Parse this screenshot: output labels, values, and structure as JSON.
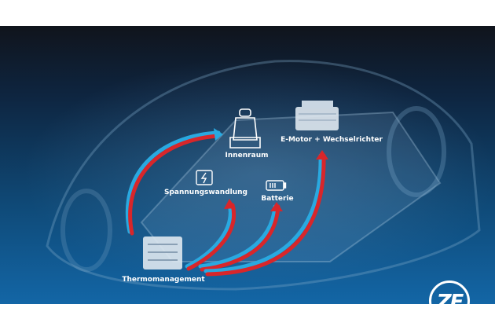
{
  "labels": {
    "interior": "Innenraum",
    "emotor": "E-Motor + Wechselrichter",
    "voltage": "Spannungswandlung",
    "battery": "Batterie",
    "thermal": "Thermomanagement"
  },
  "logo": {
    "text": "ZF"
  },
  "colors": {
    "arrow_hot": "#d8262a",
    "arrow_cool": "#29a9e0",
    "background": "#0f4a78"
  }
}
